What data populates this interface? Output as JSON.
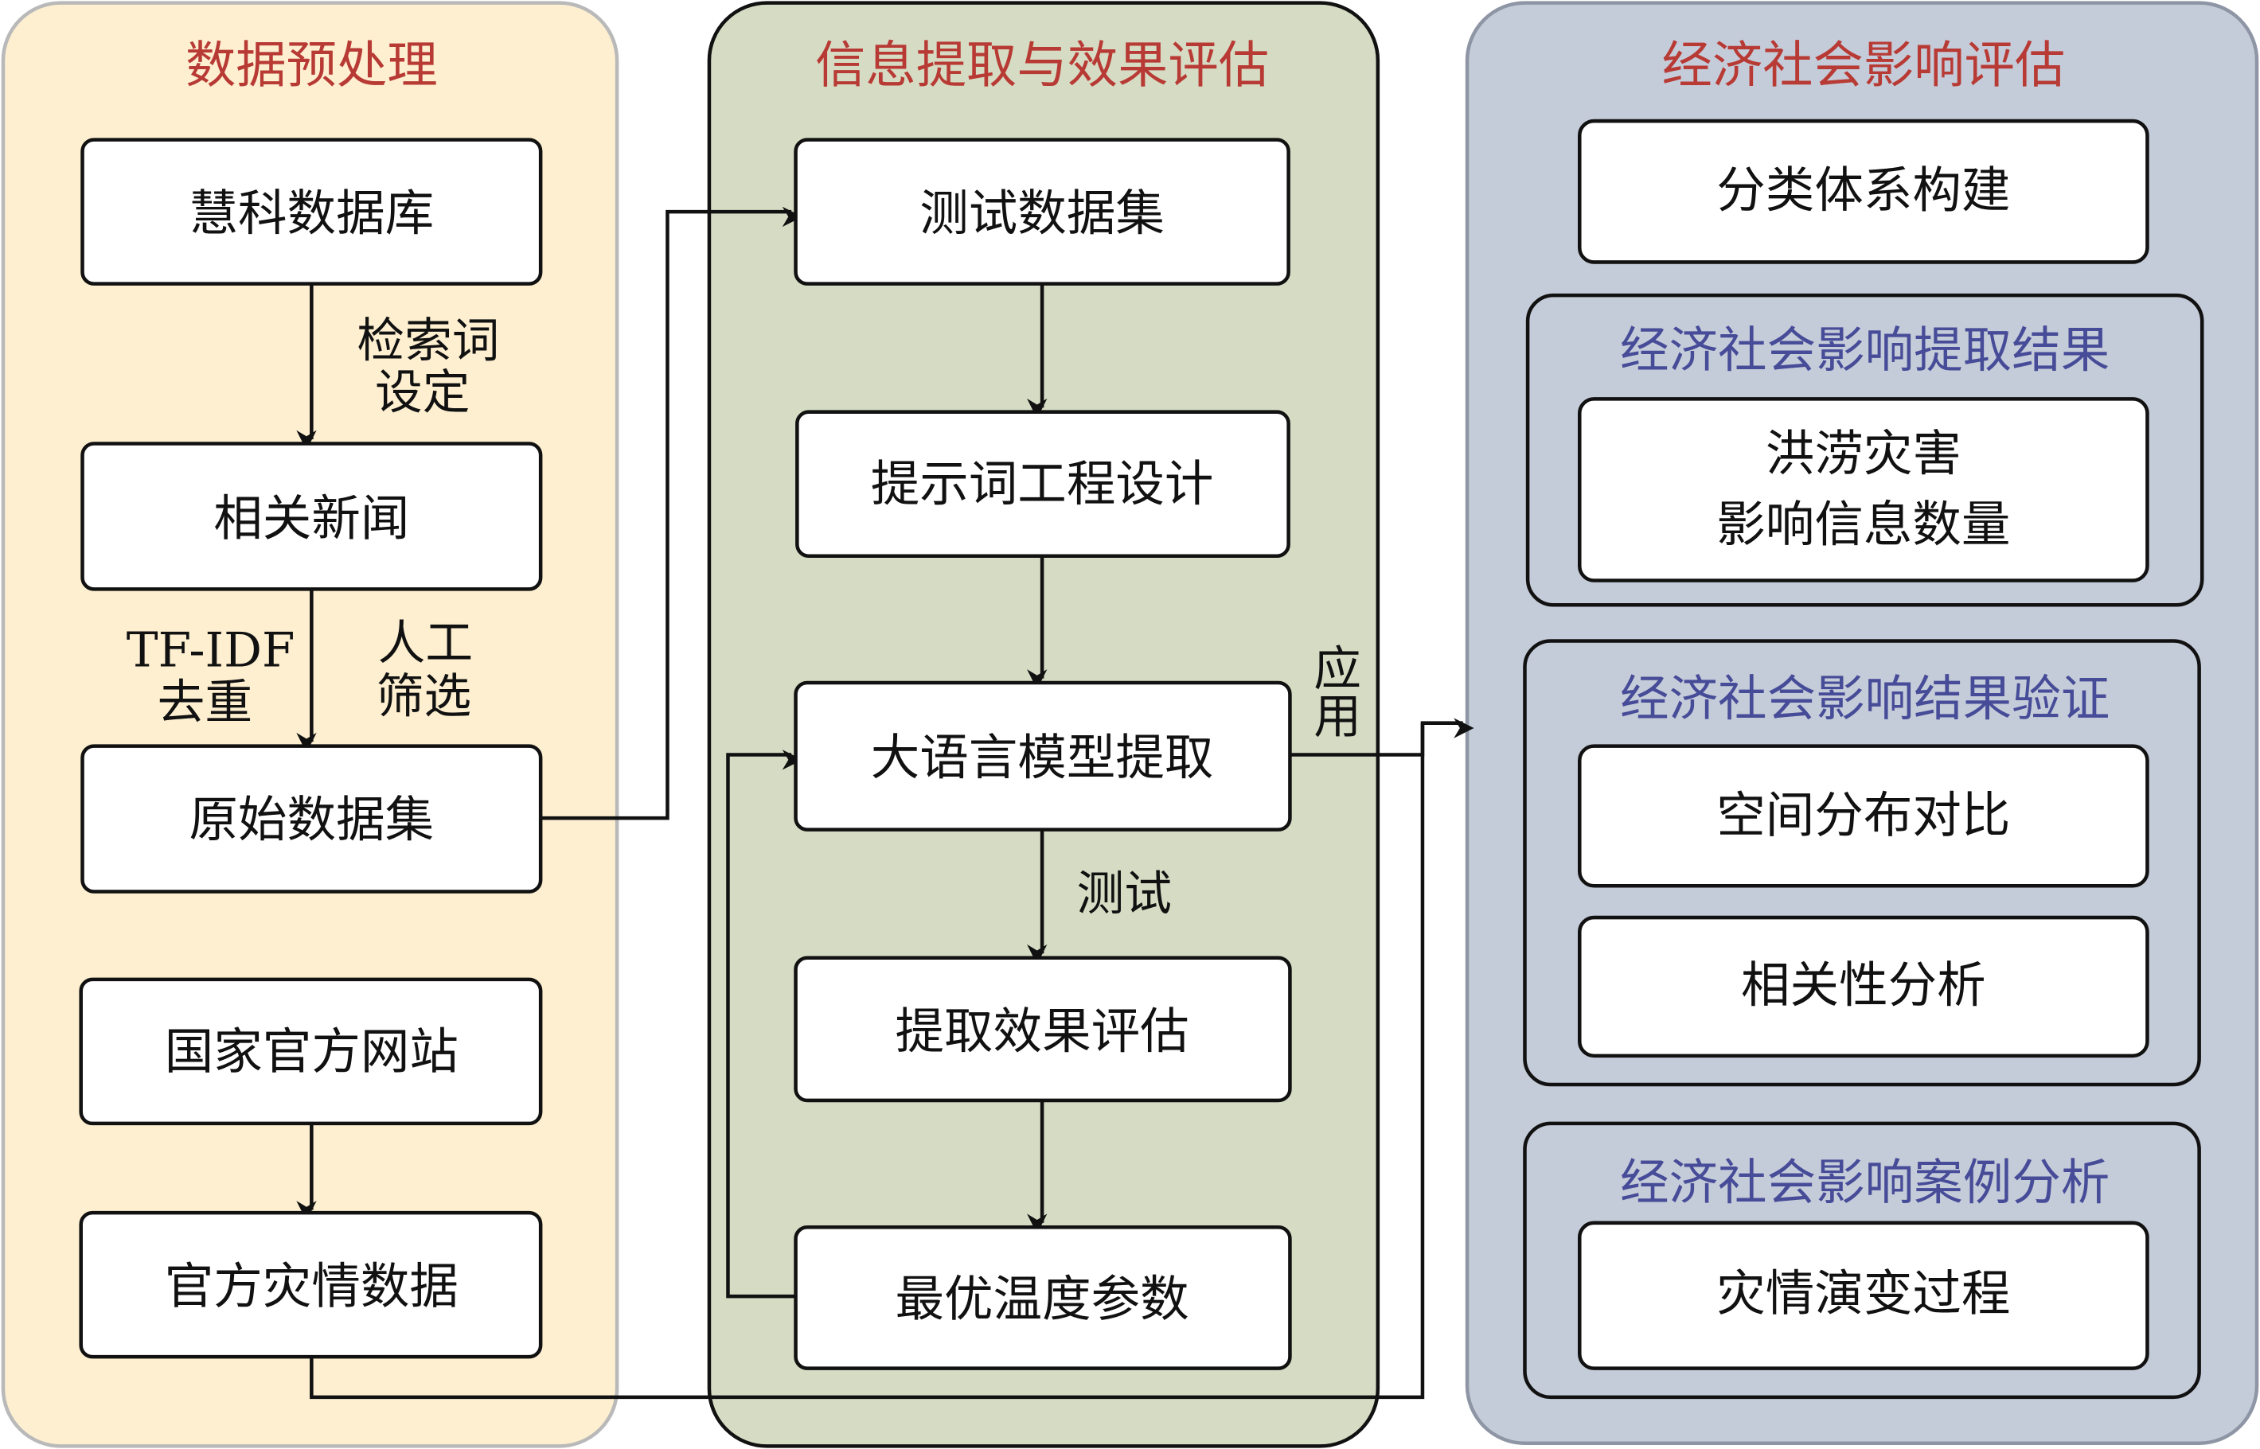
{
  "colors": {
    "panel1": "#fdefd0",
    "panel2": "#d6dcc4",
    "panel3": "#c5ccd9",
    "title": "#b83a35",
    "subtitle": "#474c98"
  },
  "panel1": {
    "title": "数据预处理",
    "boxes": [
      "慧科数据库",
      "相关新闻",
      "原始数据集",
      "国家官方网站",
      "官方灾情数据"
    ],
    "labels": {
      "search_a": "检索词",
      "search_b": "设定",
      "tfidf_a": "TF-IDF",
      "tfidf_b": "去重",
      "manual_a": "人工",
      "manual_b": "筛选"
    }
  },
  "panel2": {
    "title": "信息提取与效果评估",
    "boxes": [
      "测试数据集",
      "提示词工程设计",
      "大语言模型提取",
      "提取效果评估",
      "最优温度参数"
    ],
    "labels": {
      "test": "测试",
      "apply_a": "应",
      "apply_b": "用"
    }
  },
  "panel3": {
    "title": "经济社会影响评估",
    "top_box": "分类体系构建",
    "groups": [
      {
        "title": "经济社会影响提取结果",
        "boxes": [
          "洪涝灾害",
          "影响信息数量"
        ]
      },
      {
        "title": "经济社会影响结果验证",
        "boxes": [
          "空间分布对比",
          "相关性分析"
        ]
      },
      {
        "title": "经济社会影响案例分析",
        "boxes": [
          "灾情演变过程"
        ]
      }
    ]
  }
}
